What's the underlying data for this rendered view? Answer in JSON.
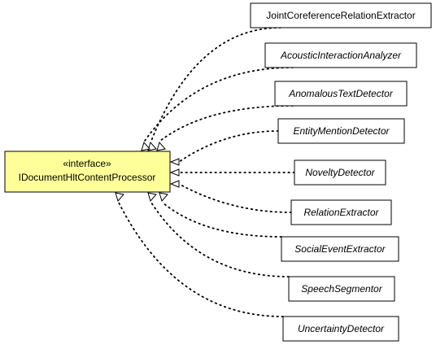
{
  "interface": {
    "stereotype": "«interface»",
    "name": "IDocumentHltContentProcessor",
    "fill_color": "#ffff99"
  },
  "implementations": [
    {
      "name": "JointCoreferenceRelationExtractor",
      "italic": false
    },
    {
      "name": "AcousticInteractionAnalyzer",
      "italic": true
    },
    {
      "name": "AnomalousTextDetector",
      "italic": true
    },
    {
      "name": "EntityMentionDetector",
      "italic": true
    },
    {
      "name": "NoveltyDetector",
      "italic": true
    },
    {
      "name": "RelationExtractor",
      "italic": true
    },
    {
      "name": "SocialEventExtractor",
      "italic": true
    },
    {
      "name": "SpeechSegmentor",
      "italic": true
    },
    {
      "name": "UncertaintyDetector",
      "italic": true
    }
  ]
}
